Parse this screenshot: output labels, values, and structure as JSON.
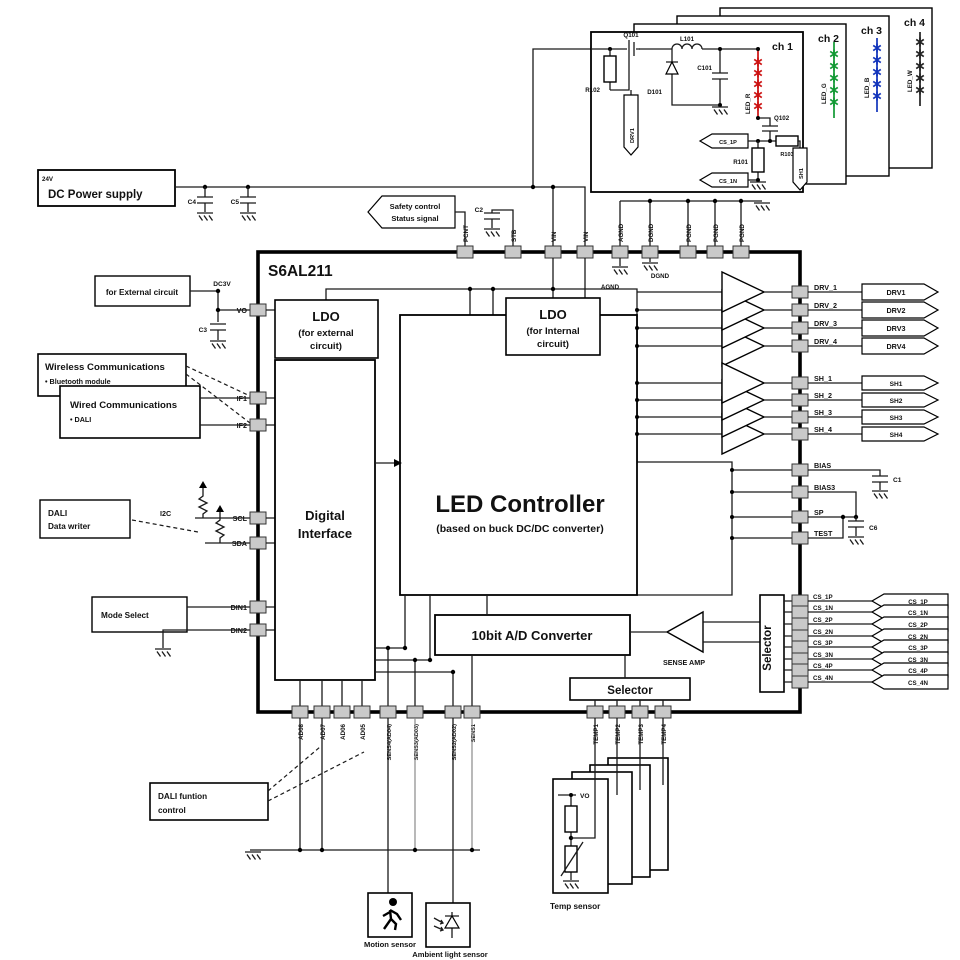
{
  "colors": {
    "led_red": "#cc1111",
    "led_green": "#119933",
    "led_blue": "#1133bb",
    "led_white": "#222222"
  },
  "power": {
    "voltage": "24V",
    "label": "DC Power supply",
    "c4": "C4",
    "c5": "C5"
  },
  "safety": {
    "line1": "Safety control",
    "line2": "Status signal"
  },
  "channels": {
    "labels": [
      "ch 1",
      "ch 2",
      "ch 3",
      "ch 4"
    ],
    "led_labels": [
      "LED_R",
      "LED_G",
      "LED_B",
      "LED_W"
    ],
    "parts": {
      "q101": "Q101",
      "r102": "R102",
      "l101": "L101",
      "c101": "C101",
      "d101": "D101",
      "q102": "Q102",
      "r101": "R101",
      "r103": "R103"
    },
    "flags": {
      "drv1": "DRV1",
      "sh1": "SH1",
      "cs1p": "CS_1P",
      "cs1n": "CS_1N"
    }
  },
  "chip": {
    "name": "S6AL211",
    "top_pins": [
      "PCNT",
      "STB",
      "VIN",
      "VIN",
      "AGND",
      "DGND",
      "PGND",
      "PGND",
      "PGND"
    ],
    "c2": "C2",
    "gnd_labels": {
      "agnd": "AGND",
      "dgnd": "DGND"
    },
    "left_pins": [
      "VO",
      "IF1",
      "IF2",
      "SCL",
      "SDA",
      "DIN1",
      "DIN2"
    ],
    "drv_pins": [
      "DRV_1",
      "DRV_2",
      "DRV_3",
      "DRV_4"
    ],
    "sh_pins": [
      "SH_1",
      "SH_2",
      "SH_3",
      "SH_4"
    ],
    "bias_pins": [
      "BIAS",
      "BIAS3",
      "SP",
      "TEST"
    ],
    "cs_pins": [
      "CS_1P",
      "CS_1N",
      "CS_2P",
      "CS_2N",
      "CS_3P",
      "CS_3N",
      "CS_4P",
      "CS_4N"
    ],
    "bottom_pins": [
      "AD08",
      "AD07",
      "AD06",
      "AD05",
      "SENS4(AD04)",
      "SENS3(AD03)",
      "SENS2(AD02)",
      "SENS1"
    ],
    "temp_pins": [
      "TEMP1",
      "TEMP2",
      "TEMP3",
      "TEMP4"
    ],
    "blocks": {
      "ldo_ext": [
        "LDO",
        "(for external",
        "circuit)"
      ],
      "ldo_int": [
        "LDO",
        "(for Internal",
        "circuit)"
      ],
      "digital": [
        "Digital",
        "Interface"
      ],
      "led_title": "LED Controller",
      "led_sub": "(based on buck DC/DC converter)",
      "adc": "10bit A/D Converter",
      "sense_amp": "SENSE AMP",
      "selector_v": "Selector",
      "selector_h": "Selector"
    }
  },
  "right": {
    "drv_flags": [
      "DRV1",
      "DRV2",
      "DRV3",
      "DRV4"
    ],
    "sh_flags": [
      "SH1",
      "SH2",
      "SH3",
      "SH4"
    ],
    "cs_flags": [
      "CS_1P",
      "CS_1N",
      "CS_2P",
      "CS_2N",
      "CS_3P",
      "CS_3N",
      "CS_4P",
      "CS_4N"
    ],
    "c1": "C1",
    "c6": "C6"
  },
  "left": {
    "external_circuit": "for External circuit",
    "dc3v": "DC3V",
    "c3": "C3",
    "wireless": {
      "title": "Wireless Communications",
      "sub": "• Bluetooth module"
    },
    "wired": {
      "title": "Wired Communications",
      "sub": "• DALI"
    },
    "dali_writer": {
      "line1": "DALI",
      "line2": "Data writer",
      "bus": "I2C"
    },
    "mode_select": "Mode Select"
  },
  "bottom": {
    "dali_control": {
      "line1": "DALI funtion",
      "line2": "control"
    },
    "motion": "Motion sensor",
    "ambient": "Ambient light sensor",
    "temp": {
      "caption": "Temp sensor",
      "vo": "VO"
    }
  }
}
